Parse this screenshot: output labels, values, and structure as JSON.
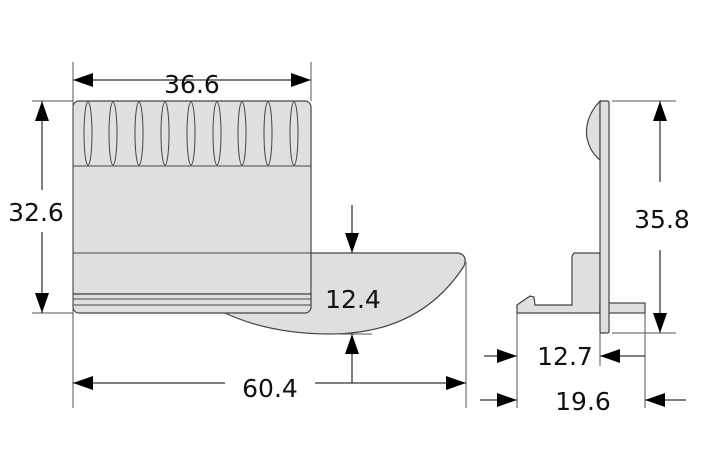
{
  "dimensions": {
    "front_width": "36.6",
    "front_height": "32.6",
    "blade_depth": "12.4",
    "total_length": "60.4",
    "side_height": "35.8",
    "side_inner_depth": "12.7",
    "side_total_depth": "19.6"
  },
  "colors": {
    "part_fill": "#dedfdf",
    "outline": "#444444"
  }
}
